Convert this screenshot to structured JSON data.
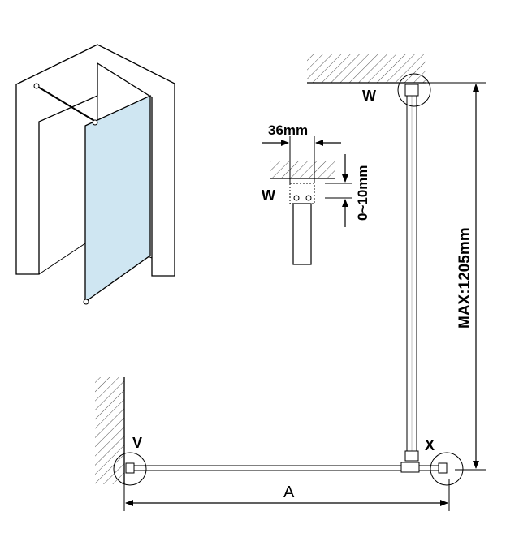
{
  "labels": {
    "w_top": "W",
    "w_detail": "W",
    "v": "V",
    "x": "X",
    "width_36": "36mm",
    "gap": "0~10mm",
    "max_height": "MAX:1205mm",
    "a": "A"
  },
  "colors": {
    "glass": "#cfe6f2",
    "line": "#000000",
    "hatch": "#555555"
  }
}
